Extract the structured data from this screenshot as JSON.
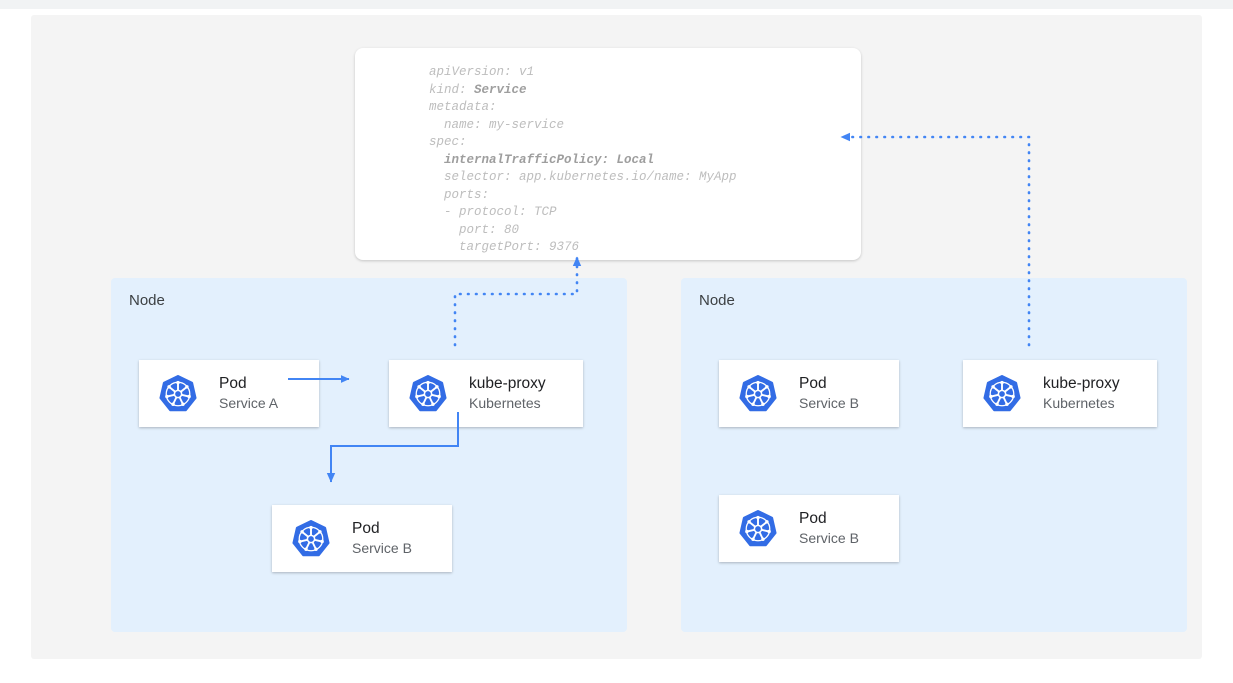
{
  "colors": {
    "canvas_bg": "#f4f4f4",
    "topbar_bg": "#f1f3f4",
    "node_bg": "#e3f0fd",
    "card_bg": "#ffffff",
    "accent_blue": "#4285f4",
    "k8s_blue": "#326ce5",
    "yaml_text": "#bdbdbd",
    "yaml_bold": "#9e9e9e",
    "title_text": "#202124",
    "sub_text": "#5f6368"
  },
  "yaml": {
    "lines": [
      {
        "text": "apiVersion: v1",
        "bold": ""
      },
      {
        "text": "kind: ",
        "bold": "Service"
      },
      {
        "text": "metadata:",
        "bold": ""
      },
      {
        "text": "  name: my-service",
        "bold": ""
      },
      {
        "text": "spec:",
        "bold": ""
      },
      {
        "text": "  ",
        "bold": "internalTrafficPolicy: Local"
      },
      {
        "text": "  selector: app.kubernetes.io/name: MyApp",
        "bold": ""
      },
      {
        "text": "  ports:",
        "bold": ""
      },
      {
        "text": "  - protocol: TCP",
        "bold": ""
      },
      {
        "text": "    port: 80",
        "bold": ""
      },
      {
        "text": "    targetPort: 9376",
        "bold": ""
      }
    ],
    "full_text": "apiVersion: v1\nkind: Service\nmetadata:\n  name: my-service\nspec:\n  internalTrafficPolicy: Local\n  selector: app.kubernetes.io/name: MyApp\n  ports:\n  - protocol: TCP\n    port: 80\n    targetPort: 9376"
  },
  "nodes": {
    "left": {
      "label": "Node"
    },
    "right": {
      "label": "Node"
    }
  },
  "cards": {
    "pod_a": {
      "title": "Pod",
      "subtitle": "Service A",
      "icon": "kubernetes-icon"
    },
    "kproxy_left": {
      "title": "kube-proxy",
      "subtitle": "Kubernetes",
      "icon": "kubernetes-icon"
    },
    "pod_b_left": {
      "title": "Pod",
      "subtitle": "Service B",
      "icon": "kubernetes-icon"
    },
    "pod_b_right_1": {
      "title": "Pod",
      "subtitle": "Service B",
      "icon": "kubernetes-icon"
    },
    "kproxy_right": {
      "title": "kube-proxy",
      "subtitle": "Kubernetes",
      "icon": "kubernetes-icon"
    },
    "pod_b_right_2": {
      "title": "Pod",
      "subtitle": "Service B",
      "icon": "kubernetes-icon"
    }
  },
  "edges": [
    {
      "name": "pod-a-to-kube-proxy",
      "style": "solid",
      "arrow": "right"
    },
    {
      "name": "kube-proxy-to-pod-b",
      "style": "solid",
      "arrow": "down"
    },
    {
      "name": "kube-proxy-left-to-service",
      "style": "dotted",
      "arrow": "up"
    },
    {
      "name": "kube-proxy-right-to-service",
      "style": "dotted",
      "arrow": "left"
    }
  ]
}
